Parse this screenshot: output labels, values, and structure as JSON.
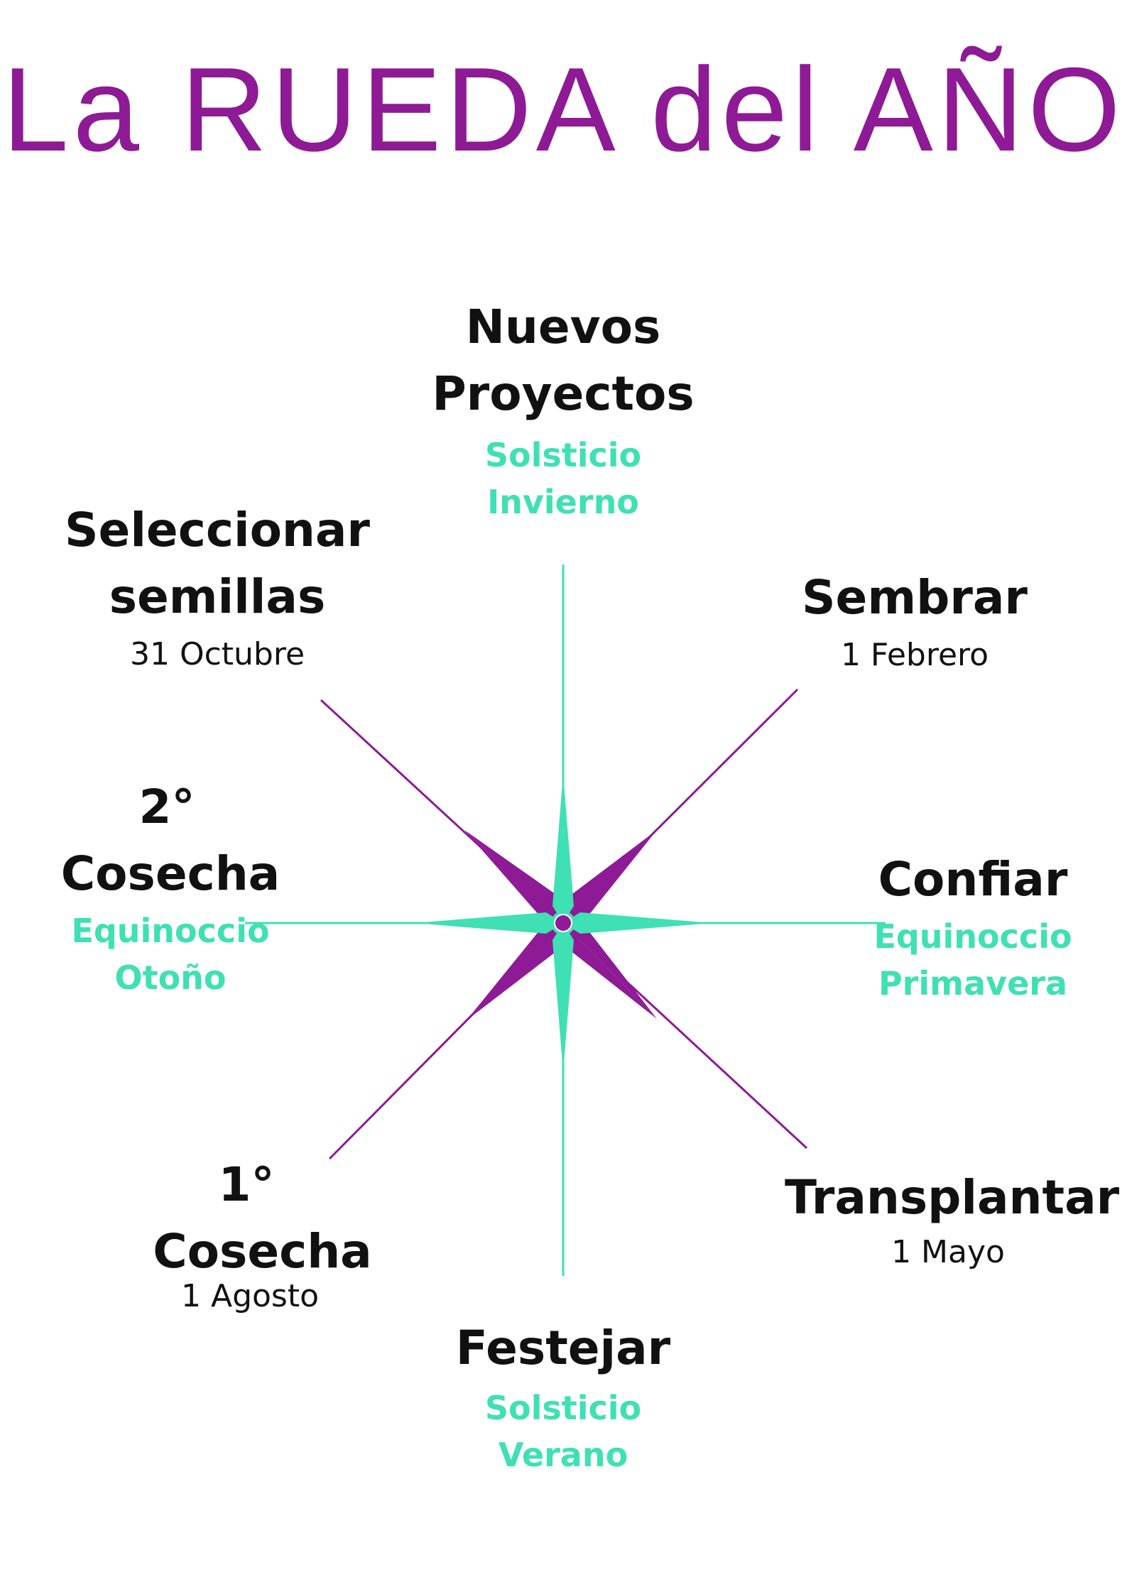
{
  "title": "La RUEDA del AÑO",
  "colors": {
    "title": "#8e1a96",
    "teal": "#3ee0b4",
    "purple": "#8e1a96",
    "text": "#111111"
  },
  "points": {
    "north": {
      "line1": "Nuevos",
      "line2": "Proyectos",
      "sub1": "Solsticio",
      "sub2": "Invierno"
    },
    "northeast": {
      "line1": "Sembrar",
      "sub1": "1 Febrero"
    },
    "east": {
      "line1": "Confiar",
      "sub1": "Equinoccio",
      "sub2": "Primavera"
    },
    "southeast": {
      "line1": "Transplantar",
      "sub1": "1 Mayo"
    },
    "south": {
      "line1": "Festejar",
      "sub1": "Solsticio",
      "sub2": "Verano"
    },
    "southwest": {
      "line1": "1°",
      "line2": "Cosecha",
      "sub1": "1 Agosto"
    },
    "west": {
      "line1": "2°",
      "line2": "Cosecha",
      "sub1": "Equinoccio",
      "sub2": "Otoño"
    },
    "northwest": {
      "line1": "Seleccionar",
      "line2": "semillas",
      "sub1": "31 Octubre"
    }
  }
}
